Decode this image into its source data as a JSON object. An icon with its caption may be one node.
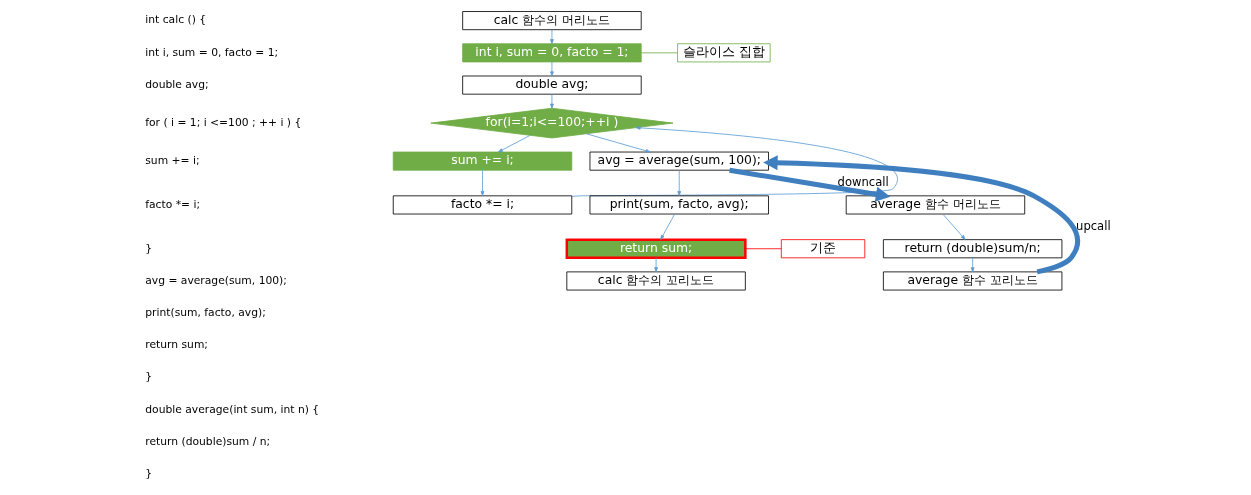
{
  "diagram": {
    "nodes": [
      {
        "text": [
          "calc 함수의 머리노드"
        ]
      },
      {
        "text": [
          "int i, sum = 0, facto = 1;"
        ]
      },
      {
        "text": [
          "double avg;"
        ]
      },
      {
        "text": [
          "for(i=1;i<=100;++i )"
        ]
      },
      {
        "text": [
          "sum += i;"
        ]
      },
      {
        "text": [
          "facto *= i;"
        ]
      },
      {
        "text": [
          "avg = average(sum, 100);"
        ]
      },
      {
        "text": [
          "print(sum, facto, avg);"
        ]
      },
      {
        "text": [
          "return sum;"
        ]
      },
      {
        "text": [
          "calc 함수의 꼬리노드"
        ]
      },
      {
        "text": [
          "average 함수 머리노드"
        ]
      },
      {
        "text": [
          "return (double)sum/n;"
        ]
      },
      {
        "text": [
          "average 함수 꼬리노드"
        ]
      },
      {
        "text": [
          "슬라이스 집합"
        ]
      },
      {
        "text": [
          "기준"
        ]
      }
    ],
    "edges": [
      {
        "from": 0,
        "to": 1,
        "arrow": "to"
      },
      {
        "from": 1,
        "to": 2,
        "arrow": "to"
      },
      {
        "from": 2,
        "to": 3,
        "arrow": "to"
      },
      {
        "from": 3,
        "to": 4,
        "arrow": "to"
      },
      {
        "from": 4,
        "to": 5,
        "arrow": "to"
      },
      {
        "from": 5,
        "to": 3,
        "arrow": "to"
      },
      {
        "from": 3,
        "to": 6,
        "arrow": "to"
      },
      {
        "from": 6,
        "to": 7,
        "arrow": "to"
      },
      {
        "from": 7,
        "to": 8,
        "arrow": "to"
      },
      {
        "from": 8,
        "to": 9,
        "arrow": "to"
      },
      {
        "from": 10,
        "to": 11,
        "arrow": "to"
      },
      {
        "from": 11,
        "to": 12,
        "arrow": "to"
      },
      {
        "from": 6,
        "to": 10,
        "arrow": "to",
        "label": "downcall",
        "style": "thick",
        "color": "#3f7fbf"
      },
      {
        "from": 12,
        "to": 6,
        "arrow": "to",
        "label": "upcall",
        "style": "thick",
        "color": "#3f7fbf"
      },
      {
        "from": 1,
        "to": 13,
        "arrow": "none",
        "color": "#70ad47"
      },
      {
        "from": 8,
        "to": 14,
        "arrow": "none",
        "color": "#ff0000"
      }
    ],
    "labels": [
      "int calc () {",
      "int i, sum = 0, facto = 1;",
      "double avg;",
      "for ( i = 1; i <=100 ; ++ i ) {",
      "sum += i;",
      "facto *= i;",
      "}",
      "avg = average(sum, 100);",
      "print(sum, facto, avg);",
      "return sum;",
      "}",
      "double average(int sum, int n) {",
      "return (double)sum / n;",
      "}"
    ]
  }
}
